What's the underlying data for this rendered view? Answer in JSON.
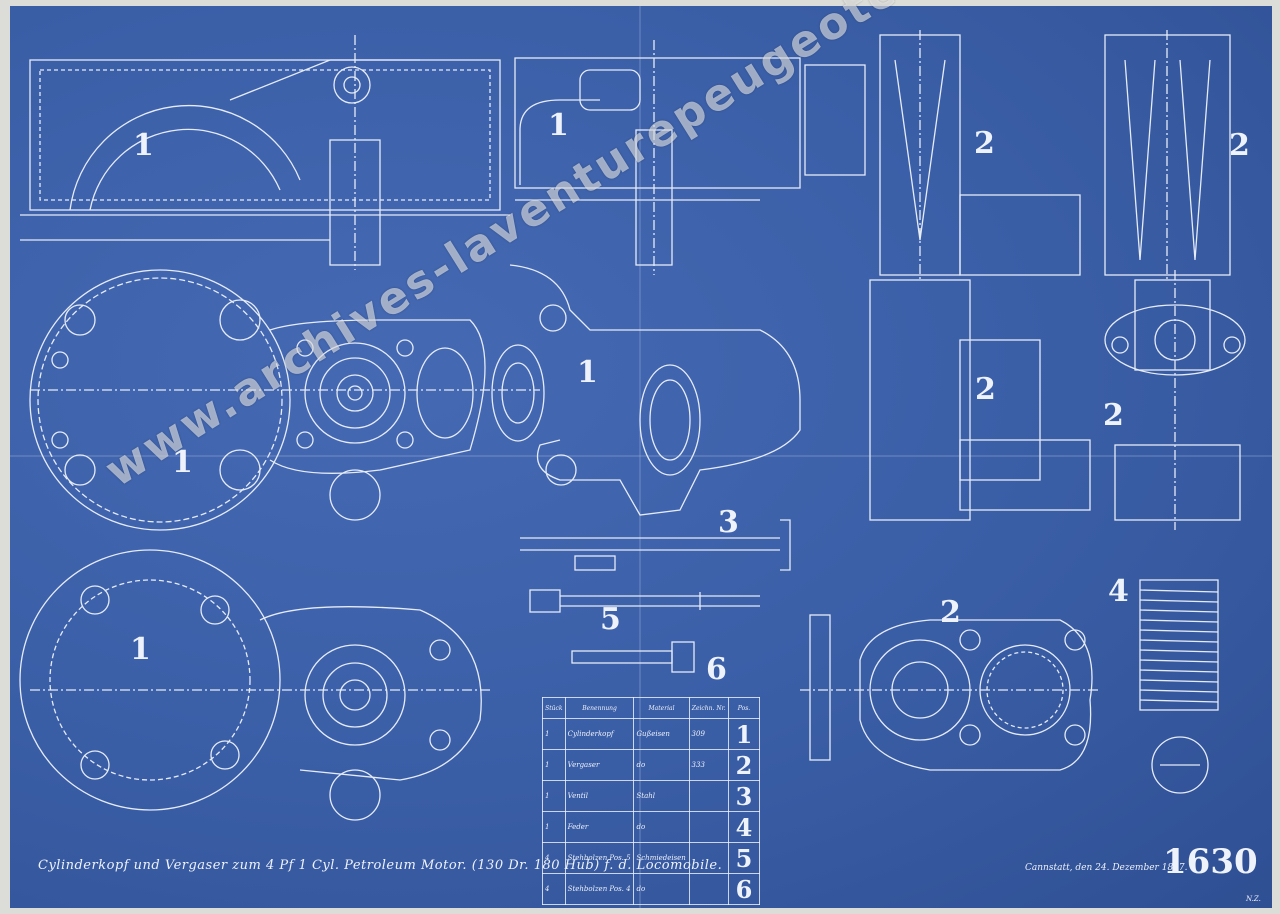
{
  "drawing": {
    "part_numbers": {
      "p1a": "1",
      "p1b": "1",
      "p1c": "1",
      "p1d": "1",
      "p1e": "1",
      "p2a": "2",
      "p2b": "2",
      "p2c": "2",
      "p2d": "2",
      "p2e": "2",
      "p3": "3",
      "p4": "4",
      "p5": "5",
      "p6": "6"
    },
    "caption": "Cylinderkopf und Vergaser zum 4 Pf 1 Cyl. Petroleum Motor. (130 Dr. 180 Hub) f. d. Locomobile.",
    "place_date": "Cannstatt, den 24. Dezember 1897.",
    "sheet_number": "1630",
    "corner_mark": "N.Z.",
    "watermark": "www.archives-laventurepeugeotcitroends.com",
    "colors": {
      "paper": "#3a5fa8",
      "lines": "#e6ecf8"
    }
  },
  "parts_table": {
    "headers": [
      "Stück",
      "Benennung",
      "Material",
      "Zeichn. Nr.",
      "Pos."
    ],
    "rows": [
      {
        "qty": "1",
        "name": "Cylinderkopf",
        "material": "Gußeisen",
        "ref": "309",
        "pos": "1"
      },
      {
        "qty": "1",
        "name": "Vergaser",
        "material": "do",
        "ref": "333",
        "pos": "2"
      },
      {
        "qty": "1",
        "name": "Ventil",
        "material": "Stahl",
        "ref": "",
        "pos": "3"
      },
      {
        "qty": "1",
        "name": "Feder",
        "material": "do",
        "ref": "",
        "pos": "4"
      },
      {
        "qty": "4",
        "name": "Stehbolzen Pos. 5",
        "material": "Schmiedeisen",
        "ref": "",
        "pos": "5"
      },
      {
        "qty": "4",
        "name": "Stehbolzen Pos. 4",
        "material": "do",
        "ref": "",
        "pos": "6"
      }
    ]
  }
}
